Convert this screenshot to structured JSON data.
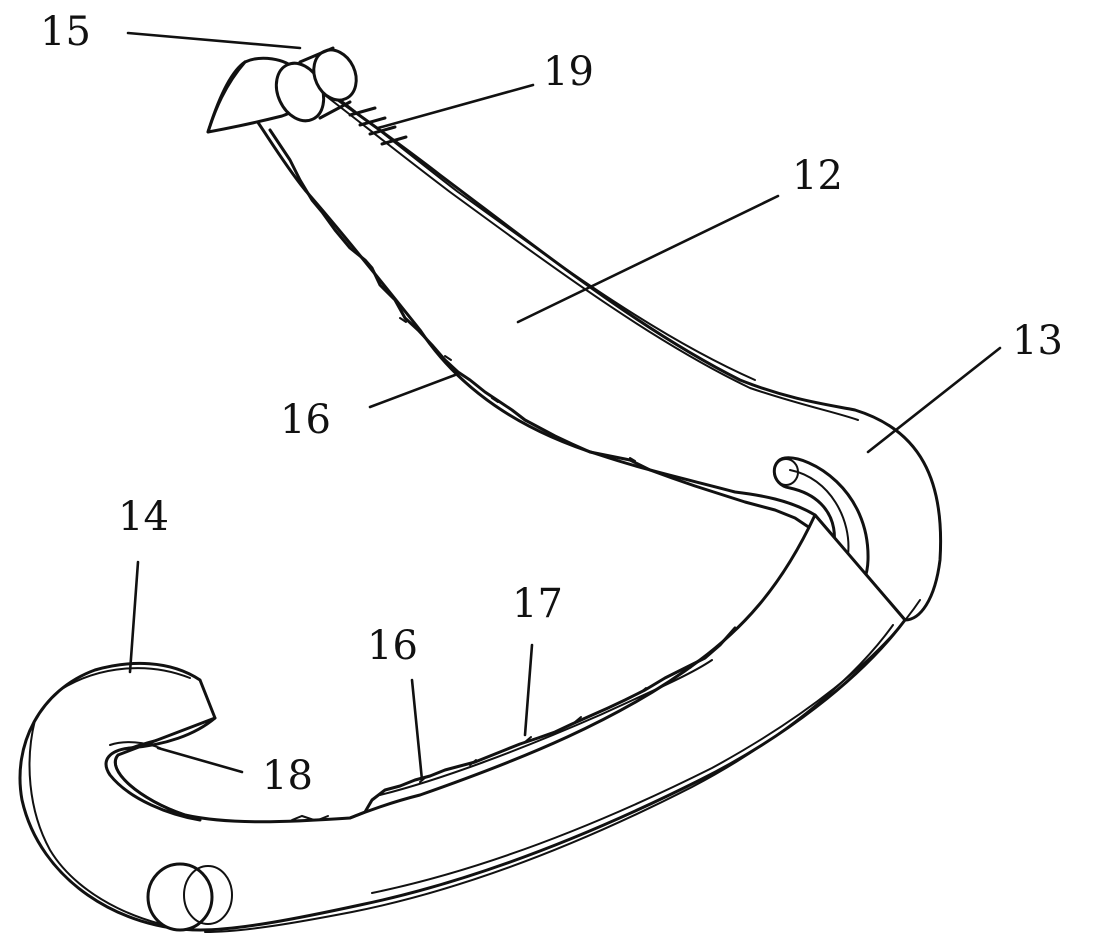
{
  "figure": {
    "labels": {
      "l15": "15",
      "l19": "19",
      "l12": "12",
      "l13": "13",
      "l16a": "16",
      "l14": "14",
      "l17": "17",
      "l16b": "16",
      "l18": "18"
    }
  }
}
